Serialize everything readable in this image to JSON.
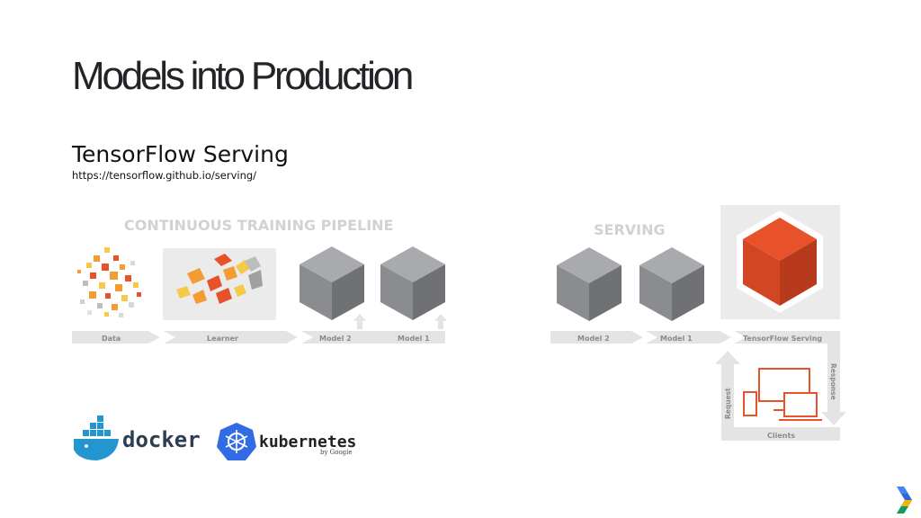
{
  "slide": {
    "title": "Models into Production",
    "subtitle": "TensorFlow Serving",
    "url": "https://tensorflow.github.io/serving/"
  },
  "pipeline": {
    "heading": "CONTINUOUS TRAINING PIPELINE",
    "steps": [
      "Data",
      "Learner",
      "Model 2",
      "Model 1"
    ]
  },
  "serving": {
    "heading": "SERVING",
    "steps": [
      "Model 2",
      "Model 1",
      "TensorFlow Serving"
    ],
    "request_label": "Request",
    "response_label": "Response",
    "clients_label": "Clients"
  },
  "logos": {
    "docker": "docker",
    "kubernetes": "kubernetes",
    "kubernetes_by": "by Google"
  },
  "colors": {
    "accent_orange": "#e8522b",
    "cube_gray": "#8d8e91",
    "arrow_gray": "#e4e4e4",
    "docker_blue": "#2396cf",
    "k8s_blue": "#326ce5"
  }
}
